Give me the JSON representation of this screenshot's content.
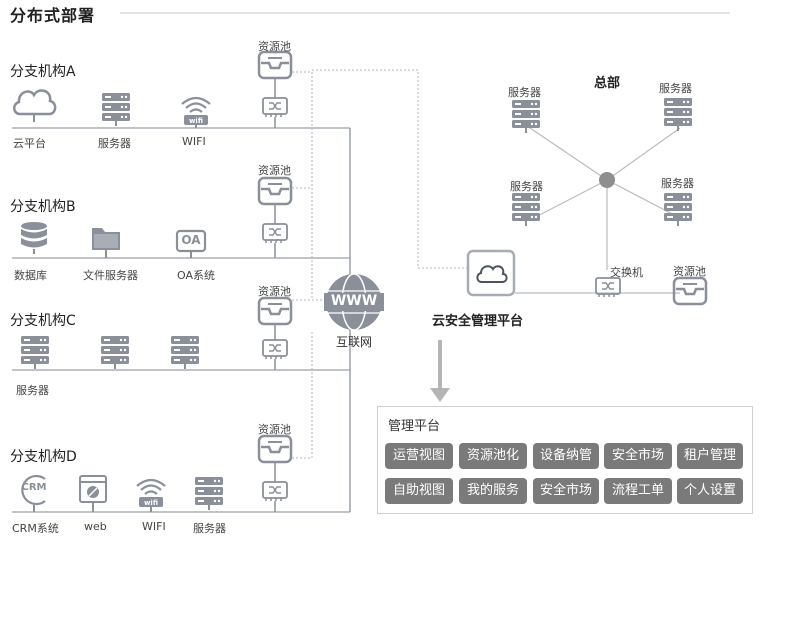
{
  "title": "分布式部署",
  "branches": [
    {
      "title": "分支机构A",
      "items": [
        "云平台",
        "服务器",
        "WIFI"
      ],
      "pool_label": "资源池"
    },
    {
      "title": "分支机构B",
      "items": [
        "数据库",
        "文件服务器",
        "OA系统"
      ],
      "pool_label": "资源池"
    },
    {
      "title": "分支机构C",
      "items": [
        "服务器"
      ],
      "pool_label": "资源池"
    },
    {
      "title": "分支机构D",
      "items": [
        "CRM系统",
        "web",
        "WIFI",
        "服务器"
      ],
      "pool_label": "资源池"
    }
  ],
  "internet": {
    "icon_text": "WWW",
    "label": "互联网"
  },
  "hq": {
    "title": "总部",
    "servers": [
      "服务器",
      "服务器",
      "服务器",
      "服务器"
    ],
    "switch_label": "交换机",
    "pool_label": "资源池"
  },
  "cloud_security": {
    "label": "云安全管理平台"
  },
  "management": {
    "title": "管理平台",
    "row1": [
      "运营视图",
      "资源池化",
      "设备纳管",
      "安全市场",
      "租户管理"
    ],
    "row2": [
      "自助视图",
      "我的服务",
      "安全市场",
      "流程工单",
      "个人设置"
    ]
  },
  "icon_badges": {
    "wifi": "wifi",
    "oa": "OA",
    "crm": "CRM"
  },
  "colors": {
    "icon": "#8a8f99",
    "line": "#9aa0a8",
    "button": "#7a7a7a",
    "hub": "#8e8e8e"
  }
}
